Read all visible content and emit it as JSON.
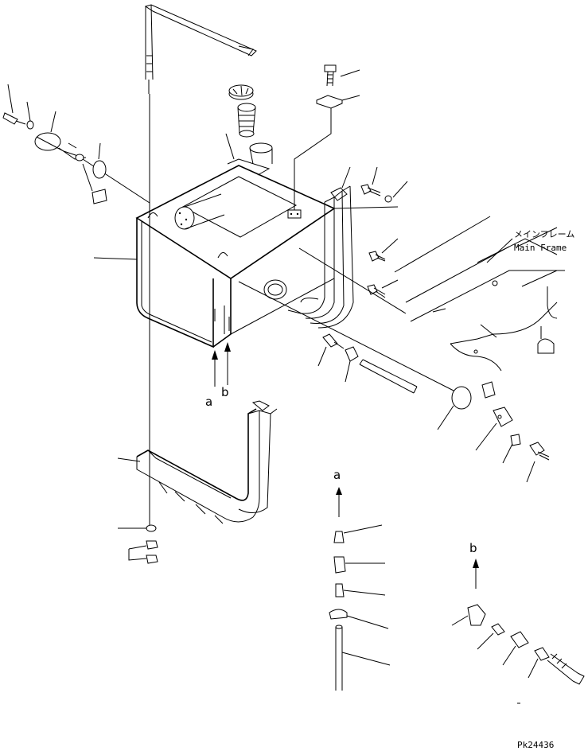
{
  "labels": {
    "main_frame_jp": "メインフレーム",
    "main_frame_en": "Main Frame",
    "view_a": "a",
    "view_b": "b",
    "detail_a": "a",
    "detail_b": "b",
    "drawing_number": "Pk24436"
  }
}
